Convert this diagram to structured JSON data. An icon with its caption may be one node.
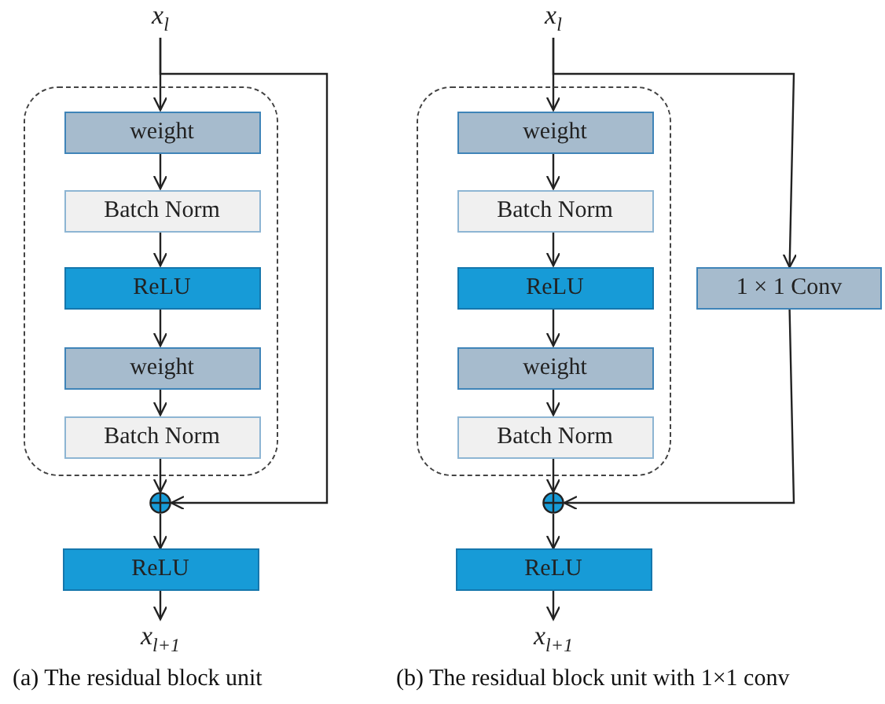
{
  "diagram": {
    "nodes": [
      {
        "text": [
          "x$_{l}$"
        ]
      },
      {
        "text": [],
        "shape": "box"
      },
      {
        "text": [
          "weight"
        ],
        "in": 1
      },
      {
        "text": [
          "Batch Norm"
        ],
        "in": 1
      },
      {
        "text": [
          "ReLU"
        ],
        "in": 1
      },
      {
        "text": [
          "weight"
        ],
        "in": 1
      },
      {
        "text": [
          "Batch Norm"
        ],
        "in": 1
      },
      {
        "text": [],
        "shape": "circle"
      },
      {
        "text": [
          "ReLU"
        ]
      },
      {
        "text": [
          "x$_{l+1}$"
        ]
      },
      {
        "text": [
          "x$_{l}$"
        ]
      },
      {
        "text": [],
        "shape": "box"
      },
      {
        "text": [
          "weight"
        ],
        "in": 11
      },
      {
        "text": [
          "Batch Norm"
        ],
        "in": 11
      },
      {
        "text": [
          "ReLU"
        ],
        "in": 11
      },
      {
        "text": [
          "weight"
        ],
        "in": 11
      },
      {
        "text": [
          "Batch Norm"
        ],
        "in": 11
      },
      {
        "text": [],
        "shape": "circle"
      },
      {
        "text": [
          "ReLU"
        ]
      },
      {
        "text": [
          "x$_{l+1}$"
        ]
      },
      {
        "text": [
          "1 × 1 Conv"
        ]
      }
    ],
    "edges": [
      {
        "from": 0,
        "to": 2,
        "arrow": "to"
      },
      {
        "from": 0,
        "to": 7,
        "arrow": "to"
      },
      {
        "from": 2,
        "to": 3,
        "arrow": "to"
      },
      {
        "from": 3,
        "to": 4,
        "arrow": "to"
      },
      {
        "from": 4,
        "to": 5,
        "arrow": "to"
      },
      {
        "from": 5,
        "to": 6,
        "arrow": "to"
      },
      {
        "from": 6,
        "to": 7,
        "arrow": "to"
      },
      {
        "from": 7,
        "to": 8,
        "arrow": "to"
      },
      {
        "from": 8,
        "to": 9,
        "arrow": "to"
      },
      {
        "from": 10,
        "to": 12,
        "arrow": "to"
      },
      {
        "from": 10,
        "to": 20,
        "arrow": "to"
      },
      {
        "from": 20,
        "to": 17,
        "arrow": "to"
      },
      {
        "from": 12,
        "to": 13,
        "arrow": "to"
      },
      {
        "from": 13,
        "to": 14,
        "arrow": "to"
      },
      {
        "from": 14,
        "to": 15,
        "arrow": "to"
      },
      {
        "from": 15,
        "to": 16,
        "arrow": "to"
      },
      {
        "from": 16,
        "to": 17,
        "arrow": "to"
      },
      {
        "from": 17,
        "to": 18,
        "arrow": "to"
      },
      {
        "from": 18,
        "to": 19,
        "arrow": "to"
      }
    ],
    "labels": [
      "(a) The residual block unit",
      "(b) The residual block unit with 1×1 conv"
    ]
  }
}
